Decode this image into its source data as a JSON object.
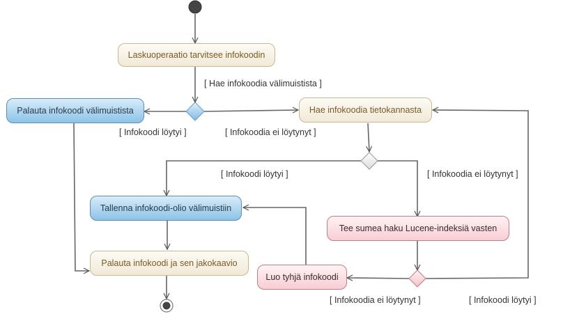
{
  "diagram": {
    "type": "uml-activity",
    "colors": {
      "action_default": "#f1e9d7",
      "action_cache": "#8cc3e8",
      "action_search": "#f8cdd3",
      "edge": "#666666",
      "initial_node": "#444444"
    },
    "nodes": {
      "start": {
        "kind": "initial"
      },
      "need": {
        "label": "Laskuoperaatio tarvitsee infokoodin"
      },
      "return_cache": {
        "label": "Palauta infokoodi välimuistista"
      },
      "fetch_db": {
        "label": "Hae infokoodia tietokannasta"
      },
      "store_cache": {
        "label": "Tallenna infokoodi-olio välimuistiin"
      },
      "fuzzy": {
        "label": "Tee sumea haku Lucene-indeksiä vasten"
      },
      "return_final": {
        "label": "Palauta infokoodi ja sen jakokaavio"
      },
      "create_empty": {
        "label": "Luo tyhjä infokoodi"
      },
      "end": {
        "kind": "final"
      }
    },
    "guards": {
      "fetch_cache": "[ Hae infokoodia välimuistista ]",
      "d1_found": "[ Infokoodi löytyi ]",
      "d1_not_found": "[ Infokoodia ei löytynyt ]",
      "d2_found": "[ Infokoodi löytyi ]",
      "d2_not_found": "[ Infokoodia ei löytynyt ]",
      "d3_not_found": "[ Infokoodia ei löytynyt ]",
      "d3_found": "[ Infokoodi löytyi ]"
    }
  }
}
